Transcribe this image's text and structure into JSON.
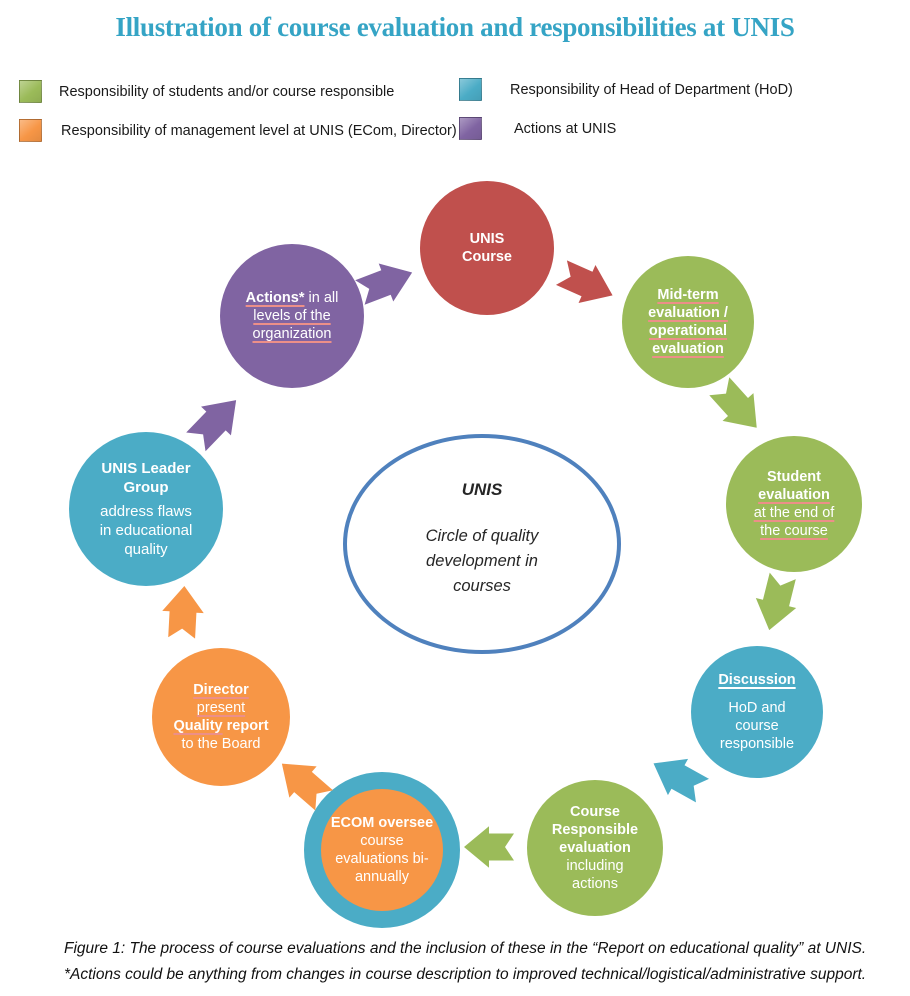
{
  "title": "Illustration of course evaluation and responsibilities at UNIS",
  "colors": {
    "red": "#C0504D",
    "green": "#9BBB59",
    "teal": "#4BACC6",
    "orange": "#F79646",
    "purple": "#8064A2",
    "ellipse_border": "#4F81BD",
    "title": "#35A4C5",
    "underline": "#EC8F88"
  },
  "legend": {
    "items": [
      {
        "color": "green",
        "label": "Responsibility of students and/or course responsible"
      },
      {
        "color": "teal",
        "label": "Responsibility of Head of Department (HoD)"
      },
      {
        "color": "orange",
        "label": "Responsibility of management level at UNIS (ECom, Director)"
      },
      {
        "color": "purple",
        "label": "Actions at UNIS"
      }
    ]
  },
  "center_ellipse": {
    "title": "UNIS",
    "body_lines": [
      "Circle of quality",
      "development in",
      "courses"
    ]
  },
  "circles": [
    {
      "id": "unis-course",
      "color": "red",
      "lines": [
        {
          "spans": [
            {
              "t": "UNIS",
              "b": true
            }
          ]
        },
        {
          "spans": [
            {
              "t": "Course",
              "b": true
            }
          ]
        }
      ]
    },
    {
      "id": "midterm",
      "color": "green",
      "lines": [
        {
          "spans": [
            {
              "t": "Mid-term",
              "b": true,
              "u": true
            }
          ]
        },
        {
          "spans": [
            {
              "t": "evaluation /",
              "b": true,
              "u": true
            }
          ]
        },
        {
          "spans": [
            {
              "t": "operational",
              "b": true,
              "u": true
            }
          ]
        },
        {
          "spans": [
            {
              "t": "evaluation",
              "b": true,
              "u": true
            }
          ]
        }
      ]
    },
    {
      "id": "student",
      "color": "green",
      "lines": [
        {
          "spans": [
            {
              "t": "Student",
              "b": true
            }
          ]
        },
        {
          "spans": [
            {
              "t": "evaluation",
              "b": true,
              "u": true
            }
          ]
        },
        {
          "spans": [
            {
              "t": "at the end of",
              "u": true
            }
          ]
        },
        {
          "spans": [
            {
              "t": "the course",
              "u": true
            }
          ]
        }
      ]
    },
    {
      "id": "discussion",
      "color": "teal",
      "lines": [
        {
          "spans": [
            {
              "t": "Discussion",
              "b": true,
              "w": true
            }
          ]
        },
        {
          "mt": 10,
          "spans": [
            {
              "t": "HoD and"
            }
          ]
        },
        {
          "spans": [
            {
              "t": "course"
            }
          ]
        },
        {
          "spans": [
            {
              "t": "responsible"
            }
          ]
        }
      ]
    },
    {
      "id": "course-resp",
      "color": "green",
      "lines": [
        {
          "spans": [
            {
              "t": "Course",
              "b": true
            }
          ]
        },
        {
          "spans": [
            {
              "t": "Responsible",
              "b": true
            }
          ]
        },
        {
          "spans": [
            {
              "t": "evaluation",
              "b": true
            }
          ]
        },
        {
          "spans": [
            {
              "t": "including"
            }
          ]
        },
        {
          "spans": [
            {
              "t": "actions"
            }
          ]
        }
      ]
    },
    {
      "id": "ecom",
      "color": "orange",
      "ring": "teal",
      "lines": [
        {
          "spans": [
            {
              "t": "ECOM oversee",
              "b": true
            }
          ]
        },
        {
          "spans": [
            {
              "t": "course"
            }
          ]
        },
        {
          "spans": [
            {
              "t": "evaluations bi-"
            }
          ]
        },
        {
          "spans": [
            {
              "t": "annually"
            }
          ]
        }
      ]
    },
    {
      "id": "director",
      "color": "orange",
      "lines": [
        {
          "spans": [
            {
              "t": "Director",
              "b": true,
              "u": true
            }
          ]
        },
        {
          "spans": [
            {
              "t": "present",
              "u": true
            }
          ]
        },
        {
          "spans": [
            {
              "t": "Quality",
              "b": true,
              "u": true
            },
            {
              "t": " report",
              "b": true
            }
          ]
        },
        {
          "spans": [
            {
              "t": "to the Board"
            }
          ]
        }
      ]
    },
    {
      "id": "leader",
      "color": "teal",
      "lines": [
        {
          "spans": [
            {
              "t": "UNIS Leader",
              "b": true
            }
          ]
        },
        {
          "spans": [
            {
              "t": "Group",
              "b": true
            }
          ]
        },
        {
          "mt": 5,
          "spans": [
            {
              "t": "address flaws"
            }
          ]
        },
        {
          "spans": [
            {
              "t": "in educational"
            }
          ]
        },
        {
          "spans": [
            {
              "t": "quality"
            }
          ]
        }
      ]
    },
    {
      "id": "actions",
      "color": "purple",
      "lines": [
        {
          "spans": [
            {
              "t": "Actions*",
              "b": true,
              "u": true
            },
            {
              "t": " in all"
            }
          ]
        },
        {
          "spans": [
            {
              "t": "levels of the",
              "u": true
            }
          ]
        },
        {
          "spans": [
            {
              "t": "organization",
              "u": true
            }
          ]
        }
      ]
    }
  ],
  "arrows": [
    {
      "id": "actions-to-course",
      "color": "purple"
    },
    {
      "id": "course-to-midterm",
      "color": "red"
    },
    {
      "id": "midterm-to-student",
      "color": "green"
    },
    {
      "id": "student-to-discussion",
      "color": "green"
    },
    {
      "id": "discussion-to-courseresp",
      "color": "teal"
    },
    {
      "id": "courseresp-to-ecom",
      "color": "green"
    },
    {
      "id": "ecom-to-director",
      "color": "orange"
    },
    {
      "id": "director-to-leader",
      "color": "orange"
    },
    {
      "id": "leader-to-actions",
      "color": "purple"
    }
  ],
  "caption": {
    "line1": "Figure 1: The process of course evaluations and the inclusion of these in the “Report on educational quality” at UNIS.",
    "line2": "*Actions could be anything from changes in course description to improved technical/logistical/administrative support."
  }
}
